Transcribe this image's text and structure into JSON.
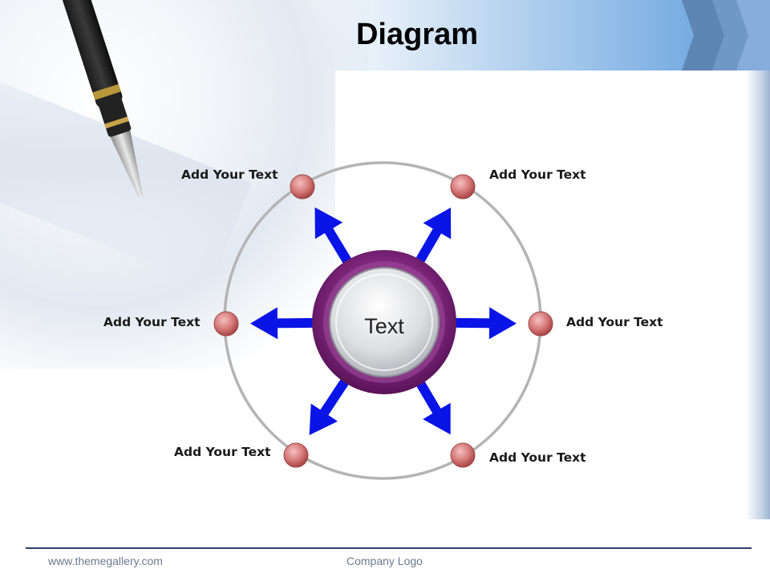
{
  "title": "Diagram",
  "center_label": "Text",
  "nodes": [
    {
      "label": "Add Your Text"
    },
    {
      "label": "Add Your Text"
    },
    {
      "label": "Add Your Text"
    },
    {
      "label": "Add Your Text"
    },
    {
      "label": "Add Your Text"
    },
    {
      "label": "Add Your Text"
    }
  ],
  "footer": {
    "url": "www.themegallery.com",
    "logo": "Company Logo"
  },
  "colors": {
    "arrow": "#0a14e6",
    "ring": "#b4b4b4",
    "node": "#d97a7a",
    "hub_outer": "#7a1f78",
    "banner": "#5d9bdc"
  }
}
